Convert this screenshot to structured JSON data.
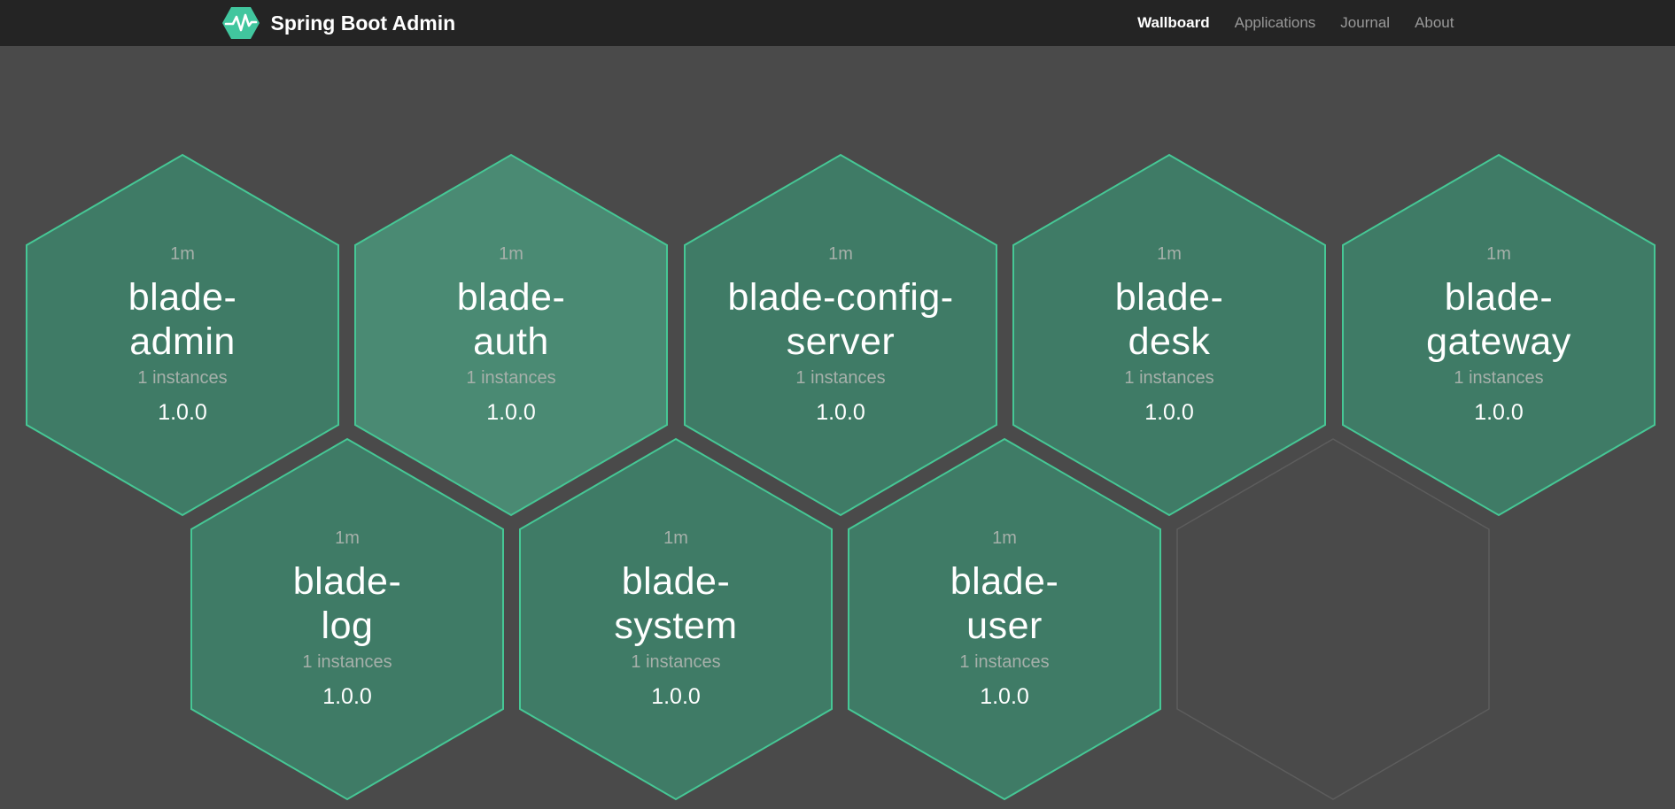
{
  "navbar": {
    "brand": {
      "title": "Spring Boot Admin",
      "logo_icon": "pulse-hexagon-icon",
      "logo_color": "#41c69e"
    },
    "items": [
      {
        "label": "Wallboard",
        "active": true
      },
      {
        "label": "Applications",
        "active": false
      },
      {
        "label": "Journal",
        "active": false
      },
      {
        "label": "About",
        "active": false
      }
    ]
  },
  "wallboard": {
    "applications": [
      {
        "name": "blade-admin",
        "name_lines": [
          "blade-",
          "admin"
        ],
        "uptime": "1m",
        "instances": "1 instances",
        "version": "1.0.0",
        "status": "up",
        "highlighted": false
      },
      {
        "name": "blade-auth",
        "name_lines": [
          "blade-",
          "auth"
        ],
        "uptime": "1m",
        "instances": "1 instances",
        "version": "1.0.0",
        "status": "up",
        "highlighted": true
      },
      {
        "name": "blade-config-server",
        "name_lines": [
          "blade-config-",
          "server"
        ],
        "uptime": "1m",
        "instances": "1 instances",
        "version": "1.0.0",
        "status": "up",
        "highlighted": false
      },
      {
        "name": "blade-desk",
        "name_lines": [
          "blade-",
          "desk"
        ],
        "uptime": "1m",
        "instances": "1 instances",
        "version": "1.0.0",
        "status": "up",
        "highlighted": false
      },
      {
        "name": "blade-gateway",
        "name_lines": [
          "blade-",
          "gateway"
        ],
        "uptime": "1m",
        "instances": "1 instances",
        "version": "1.0.0",
        "status": "up",
        "highlighted": false
      },
      {
        "name": "blade-log",
        "name_lines": [
          "blade-",
          "log"
        ],
        "uptime": "1m",
        "instances": "1 instances",
        "version": "1.0.0",
        "status": "up",
        "highlighted": false
      },
      {
        "name": "blade-system",
        "name_lines": [
          "blade-",
          "system"
        ],
        "uptime": "1m",
        "instances": "1 instances",
        "version": "1.0.0",
        "status": "up",
        "highlighted": false
      },
      {
        "name": "blade-user",
        "name_lines": [
          "blade-",
          "user"
        ],
        "uptime": "1m",
        "instances": "1 instances",
        "version": "1.0.0",
        "status": "up",
        "highlighted": false
      }
    ],
    "empty_slots": 1,
    "colors": {
      "background": "#4a4a4a",
      "header_background": "#242424",
      "hex_fill": "#3f7b66",
      "hex_fill_highlight": "#4a8a73",
      "hex_border": "#46c795",
      "empty_hex_border": "#5d5d5d"
    }
  }
}
